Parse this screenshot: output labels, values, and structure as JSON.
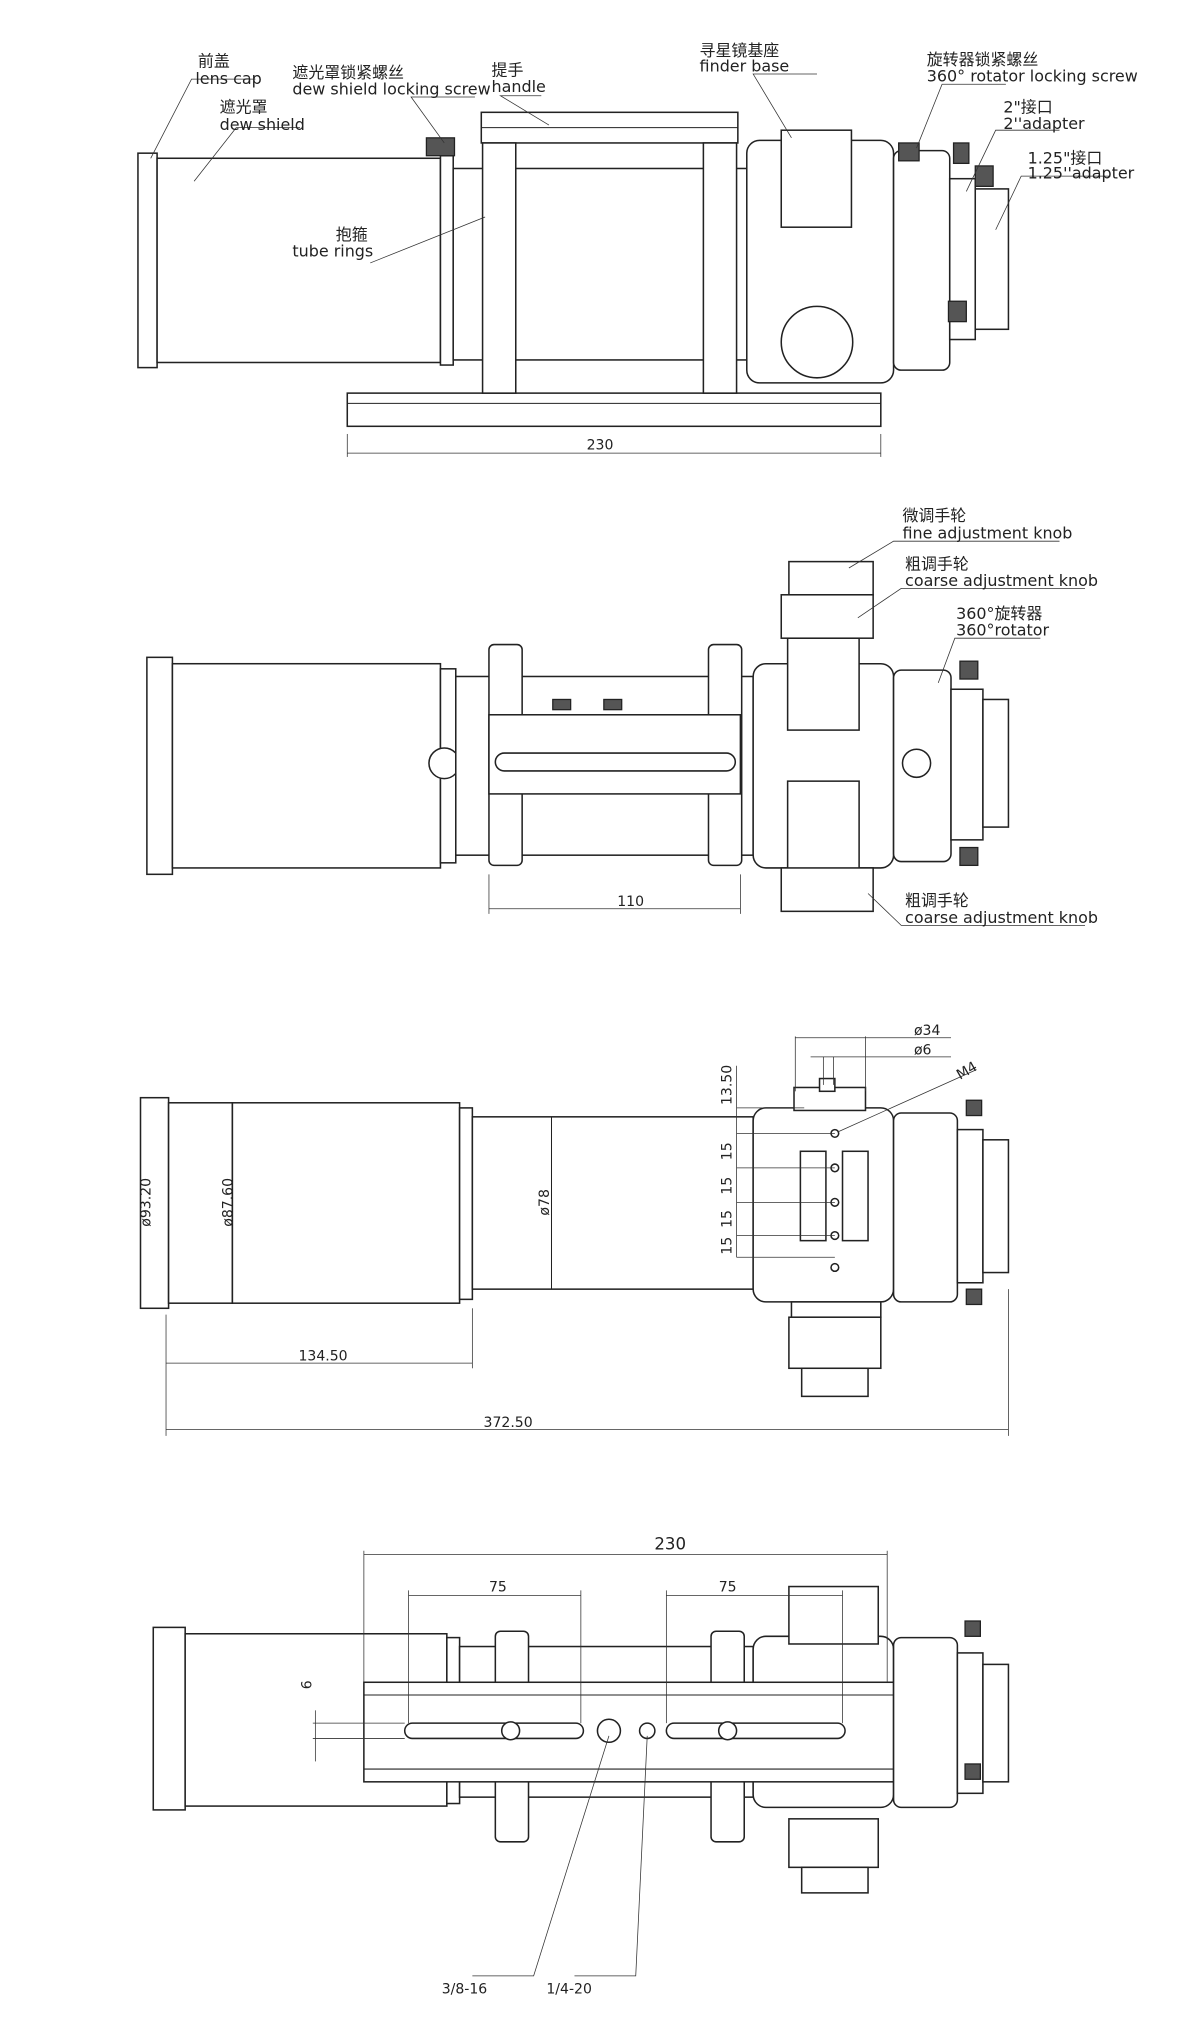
{
  "view1": {
    "labels": {
      "lens_cap_cn": "前盖",
      "lens_cap_en": "lens cap",
      "dew_shield_cn": "遮光罩",
      "dew_shield_en": "dew shield",
      "dew_screw_cn": "遮光罩锁紧螺丝",
      "dew_screw_en": "dew shield locking screw",
      "handle_cn": "提手",
      "handle_en": "handle",
      "tube_rings_cn": "抱箍",
      "tube_rings_en": "tube rings",
      "finder_base_cn": "寻星镜基座",
      "finder_base_en": "finder base",
      "rotator_screw_cn": "旋转器锁紧螺丝",
      "rotator_screw_en": "360° rotator locking screw",
      "adapter2_cn": "2\"接口",
      "adapter2_en": "2''adapter",
      "adapter125_cn": "1.25\"接口",
      "adapter125_en": "1.25''adapter"
    },
    "dims": {
      "base_length": "230"
    }
  },
  "view2": {
    "labels": {
      "fine_knob_cn": "微调手轮",
      "fine_knob_en": "fine adjustment knob",
      "coarse_knob_cn": "粗调手轮",
      "coarse_knob_en": "coarse adjustment knob",
      "rotator_cn": "360°旋转器",
      "rotator_en": "360°rotator",
      "coarse_knob2_cn": "粗调手轮",
      "coarse_knob2_en": "coarse adjustment knob"
    },
    "dims": {
      "ring_spacing": "110"
    }
  },
  "view3": {
    "dims": {
      "cap_diameter": "ø93.20",
      "dew_diameter": "ø87.60",
      "tube_diameter": "ø78",
      "dew_length": "134.50",
      "total_length": "372.50",
      "finder_height": "13.50",
      "hole_pitch": [
        "15",
        "15",
        "15",
        "15"
      ],
      "finder_width": "ø34",
      "pin_diameter": "ø6",
      "thread": "M4"
    }
  },
  "view4": {
    "dims": {
      "rail_length": "230",
      "slot1": "75",
      "slot2": "75",
      "slot_width": "6",
      "thread_large": "3/8-16",
      "thread_small": "1/4-20"
    }
  }
}
